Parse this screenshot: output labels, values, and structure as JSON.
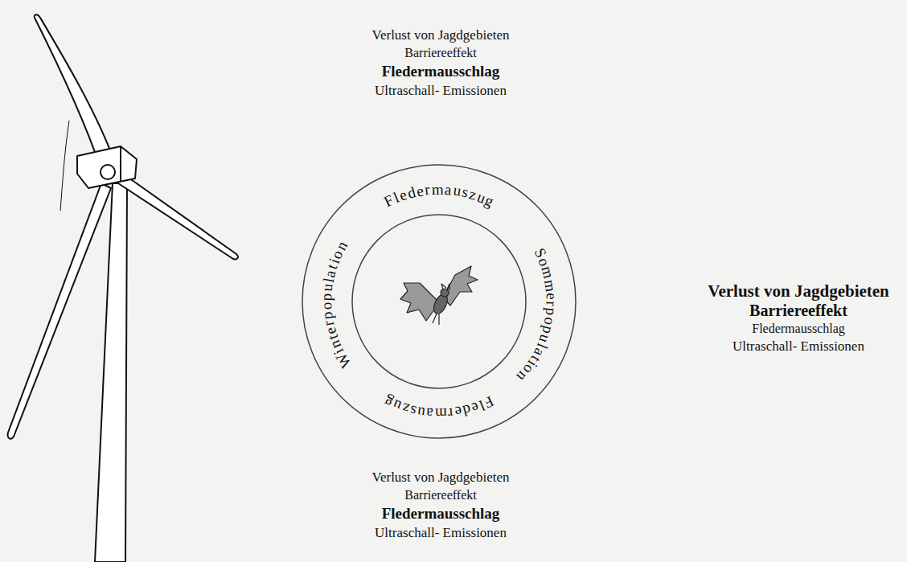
{
  "diagram": {
    "nodes": [
      {
        "text": [
          "Fledermauszug",
          "Sommerpopulation",
          "Fledermauszug",
          "Winterpopulation"
        ]
      }
    ],
    "labels": [
      "Verlust von Jagdgebieten",
      "Barriereeffekt",
      "Fledermausschlag",
      "Ultraschall- Emissionen",
      "Verlust von Jagdgebieten",
      "Barriereeffekt",
      "Fledermausschlag",
      "Ultraschall- Emissionen",
      "Verlust von Jagdgebieten",
      "Barriereeffekt",
      "Fledermausschlag",
      "Ultraschall- Emissionen"
    ]
  }
}
